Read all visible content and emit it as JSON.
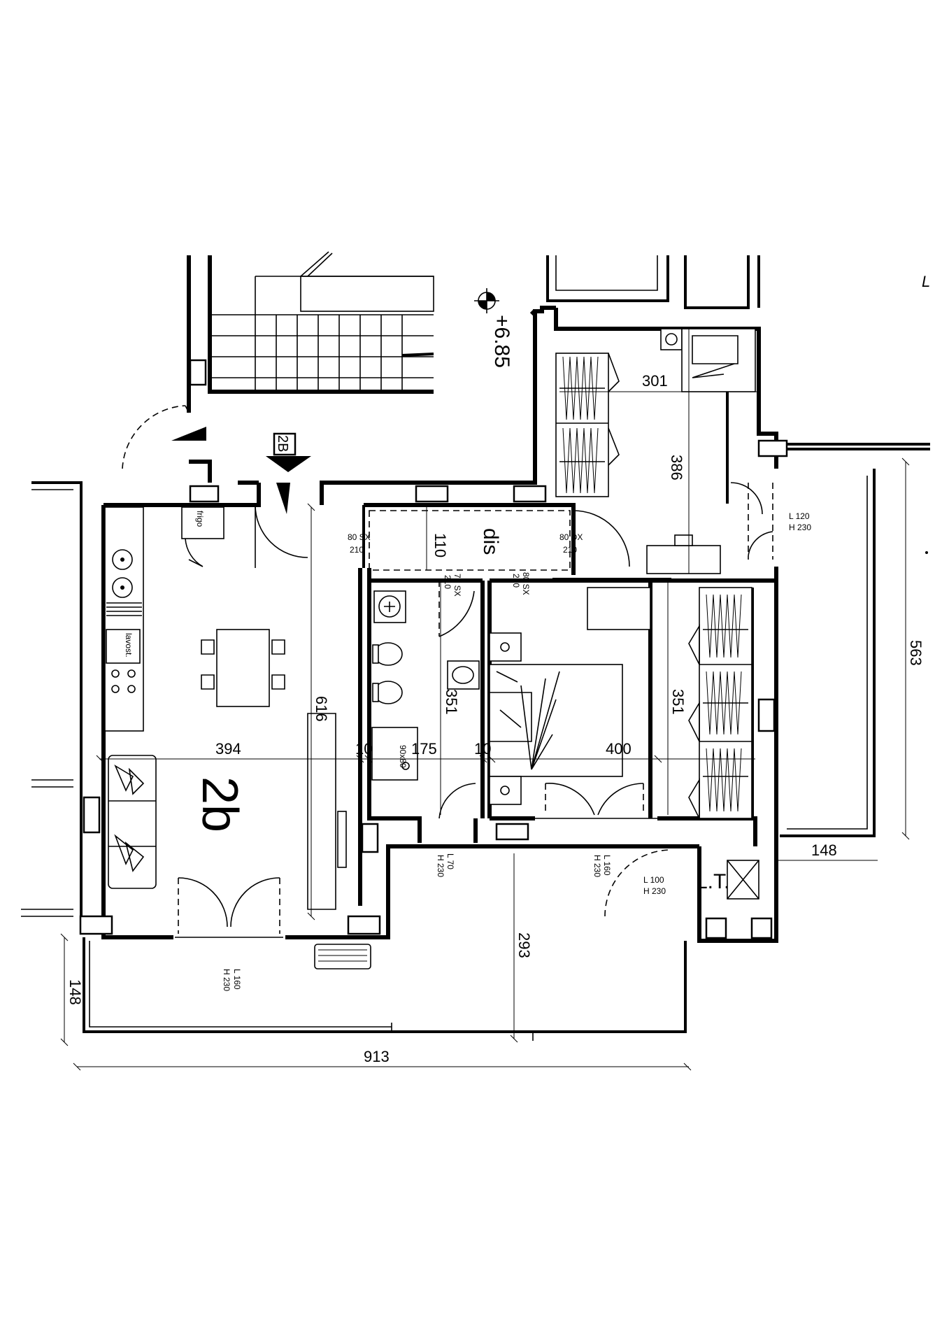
{
  "plan": {
    "unit_name": "2b",
    "entrance_tag": "2B",
    "level": "+6.85",
    "distribution_label": "dis",
    "technical_room_label": "L.T.",
    "fridge_label": "frigo",
    "dishwasher_label": "lavost.",
    "shower_label": "90x80",
    "corner_mark": "L",
    "dimensions": {
      "living_width": "394",
      "living_height": "616",
      "wall_thickness_left": "10",
      "bath_width": "175",
      "wall_thickness_right": "10",
      "bedroom_width": "400",
      "bath_height": "351",
      "bedroom_height": "351",
      "bedroom2_width": "301",
      "bedroom2_height": "386",
      "dis_height": "110",
      "right_balcony_height": "563",
      "right_balcony_depth": "148",
      "terrace_depth": "293",
      "terrace_offset": "148",
      "total_width": "913"
    },
    "doors": {
      "dis_left": {
        "w": "80 SX",
        "h": "210"
      },
      "dis_right": {
        "w": "80 DX",
        "h": "210"
      },
      "bath_door": {
        "w": "75 SX",
        "h": "210"
      },
      "bed_door": {
        "w": "80 SX",
        "h": "210"
      }
    },
    "windows": {
      "living": {
        "w": "L 160",
        "h": "H 230"
      },
      "bath": {
        "w": "L 70",
        "h": "H 230"
      },
      "bedroom": {
        "w": "L 160",
        "h": "H 230"
      },
      "bedroom2": {
        "w": "L 120",
        "h": "H 230"
      },
      "technical": {
        "w": "L 100",
        "h": "H 230"
      }
    }
  }
}
